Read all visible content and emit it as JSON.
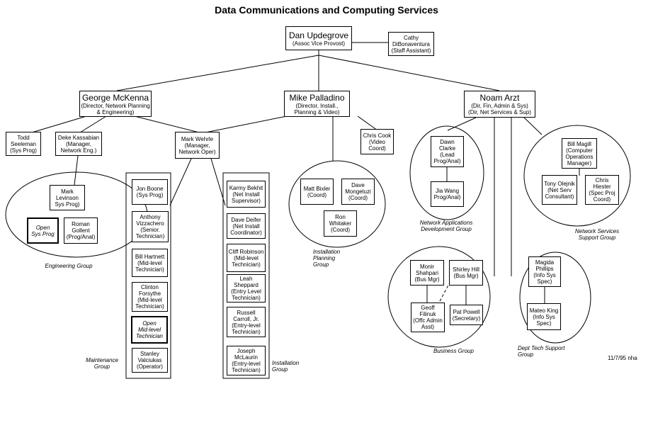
{
  "title": "Data Communications and Computing Services",
  "date_note": "11/7/95 nha",
  "nodes": {
    "dan": {
      "name": "Dan Updegrove",
      "role": "(Assoc Vice Provost)"
    },
    "cathy": {
      "name": "Cathy DiBonaventura",
      "role": "(Staff Assistant)"
    },
    "george": {
      "name": "George McKenna",
      "role": "(Director, Network Planning & Engineering)"
    },
    "mike": {
      "name": "Mike Palladino",
      "role": "(Director, Install., Planning & Video)"
    },
    "noam": {
      "name": "Noam Arzt",
      "role": "(Dir, Fin, Admin & Sys) (Dir, Net Services & Sup)"
    },
    "todd": {
      "name": "Todd Seeleman",
      "role": "(Sys Prog)"
    },
    "deke": {
      "name": "Deke Kassabian",
      "role": "(Manager, Network Eng.)"
    },
    "mark_w": {
      "name": "Mark Wehrle",
      "role": "(Manager, Network Oper)"
    },
    "chris_c": {
      "name": "Chris Cook",
      "role": "(Video Coord)"
    },
    "mark_l": {
      "name": "Mark Levinson",
      "role": "Sys Prog)"
    },
    "open_sys": {
      "name": "Open",
      "role": "Sys Prog"
    },
    "roman": {
      "name": "Roman Gollent",
      "role": "(Prog/Anal)"
    },
    "jon": {
      "name": "Jon Boone",
      "role": "(Sys Prog)"
    },
    "anthony": {
      "name": "Anthony Vizzachero",
      "role": "(Senior. Technician)"
    },
    "bill_h": {
      "name": "Bill Hartnett",
      "role": "(Mid-level Technician)"
    },
    "clinton": {
      "name": "Clinton Forsythe",
      "role": "(Mid-level Technician)"
    },
    "open_mid": {
      "name": "Open",
      "role": "Mid-level Technician"
    },
    "stanley": {
      "name": "Stanley Valciukas",
      "role": "(Operator)"
    },
    "karmy": {
      "name": "Karmy Bekhit",
      "role": "(Net Install Supervisor)"
    },
    "dave_d": {
      "name": "Dave Deifer",
      "role": "(Net Install Coordinator)"
    },
    "cliff": {
      "name": "Cliff Robinson",
      "role": "(Mid-level Technician)"
    },
    "leah": {
      "name": "Leah Sheppard",
      "role": "(Entry Level Technician)"
    },
    "russell": {
      "name": "Russell Carroll, Jr.",
      "role": "(Entry-level Technician)"
    },
    "joseph": {
      "name": "Joseph McLaurin",
      "role": "(Entry-level Technician)"
    },
    "matt": {
      "name": "Matt Bixler",
      "role": "(Coord)"
    },
    "dave_m": {
      "name": "Dave Mongeluzi",
      "role": "(Coord)"
    },
    "ron": {
      "name": "Ron Whitaker",
      "role": "(Coord)"
    },
    "dawn": {
      "name": "Dawn Clarke",
      "role": "(Lead Prog/Anal)"
    },
    "jia": {
      "name": "Jia Wang",
      "role": "Prog/Anal)"
    },
    "bill_m": {
      "name": "Bill Magill",
      "role": "(Computer Operations Manager)"
    },
    "tony": {
      "name": "Tony Olejnik",
      "role": "(Net Serv Consultant)"
    },
    "chris_h": {
      "name": "Chris Hiester",
      "role": "(Spec Proj Coord)"
    },
    "monir": {
      "name": "Monir Shahpari",
      "role": "(Bus Mgr)"
    },
    "shirley": {
      "name": "Shirley Hill",
      "role": "(Bus Mgr)"
    },
    "geoff": {
      "name": "Geoff Filinuk",
      "role": "(Offc Admin Asst)"
    },
    "pat": {
      "name": "Pat Powell",
      "role": "(Secretary)"
    },
    "magida": {
      "name": "Magida Phillips",
      "role": "(Info Sys Spec)"
    },
    "mateo": {
      "name": "Mateo King",
      "role": "(Info Sys Spec)"
    }
  },
  "groups": {
    "engineering": "Engineering Group",
    "maintenance": "Maintenance Group",
    "installation": "Installation Group",
    "planning": "Installation Planning Group",
    "netapps": "Network Applications Development Group",
    "netserv": "Network Services Support Group",
    "business": "Business Group",
    "depttech": "Dept Tech Support Group"
  }
}
